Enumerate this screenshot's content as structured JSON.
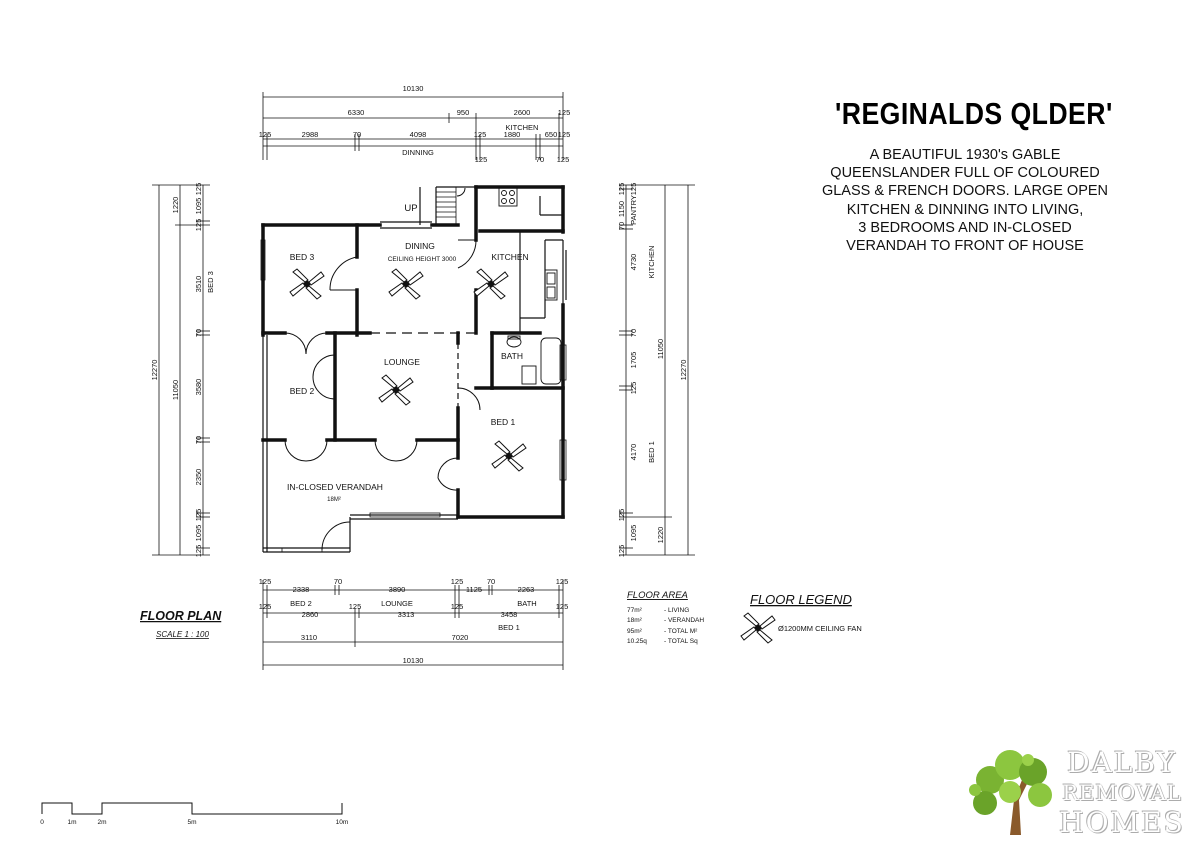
{
  "title": "'REGINALDS QLDER'",
  "description": [
    "A BEAUTIFUL 1930's GABLE",
    "QUEENSLANDER FULL OF COLOURED",
    "GLASS & FRENCH DOORS. LARGE OPEN",
    "KITCHEN & DINNING INTO LIVING,",
    "3 BEDROOMS AND IN-CLOSED",
    "VERANDAH TO FRONT OF HOUSE"
  ],
  "rooms": {
    "bed3": "BED 3",
    "dining": "DINING",
    "dining_note": "CEILING HEIGHT 3000",
    "kitchen": "KITCHEN",
    "up": "UP",
    "bed2": "BED 2",
    "lounge": "LOUNGE",
    "bath": "BATH",
    "bed1": "BED 1",
    "verandah": "IN-CLOSED VERANDAH",
    "verandah_area": "18M²"
  },
  "dims_top": {
    "total": "10130",
    "d6330": "6330",
    "d950": "950",
    "d2600": "2600",
    "d125a": "125",
    "kitchen_label": "KITCHEN",
    "r3": [
      "125",
      "2988",
      "70",
      "4098",
      "125",
      "1880",
      "650",
      "125"
    ],
    "dinning_label": "DINNING",
    "r4": [
      "125",
      "70",
      "125"
    ]
  },
  "dims_bottom": {
    "r1": [
      "125",
      "2338",
      "70",
      "3890",
      "125",
      "1125",
      "70",
      "2263",
      "125"
    ],
    "r2_labels": [
      "BED 2",
      "LOUNGE",
      "BATH"
    ],
    "r3": [
      "125",
      "2860",
      "125",
      "3313",
      "125",
      "3458",
      "125"
    ],
    "bed1_label": "BED 1",
    "r4": [
      "3110",
      "7020"
    ],
    "total": "10130"
  },
  "dims_left": {
    "outer": "12270",
    "middle": "11050",
    "inner": [
      "125",
      "1220",
      "1095",
      "125",
      "3510",
      "BED 3",
      "70",
      "3580",
      "70",
      "2350",
      "125",
      "1095",
      "125"
    ]
  },
  "dims_right": {
    "inner": [
      "125",
      "1150",
      "70",
      "PANTRY",
      "125",
      "4730",
      "KITCHEN",
      "70",
      "1705",
      "125",
      "4170",
      "BED 1",
      "125",
      "1095",
      "125",
      "1220"
    ],
    "middle": "11050",
    "outer": "12270"
  },
  "floor_plan_label": "FLOOR PLAN",
  "scale_label": "SCALE  1 : 100",
  "floor_area": {
    "heading": "FLOOR AREA",
    "rows": [
      {
        "value": "77m²",
        "label": "- LIVING"
      },
      {
        "value": "18m²",
        "label": "- VERANDAH"
      },
      {
        "value": "95m²",
        "label": "- TOTAL M²"
      },
      {
        "value": "10.25q",
        "label": "- TOTAL Sq"
      }
    ]
  },
  "legend": {
    "heading": "FLOOR LEGEND",
    "fan": "Ø1200MM CEILING FAN"
  },
  "scale_bar": [
    "0",
    "1m",
    "2m",
    "5m",
    "10m"
  ],
  "brand": [
    "DALBY",
    "REMOVAL",
    "HOMES"
  ],
  "colors": {
    "line": "#111111",
    "tree_green": "#7ab332",
    "tree_trunk": "#8a5a2b",
    "brand_gray": "#b0b0b0"
  }
}
